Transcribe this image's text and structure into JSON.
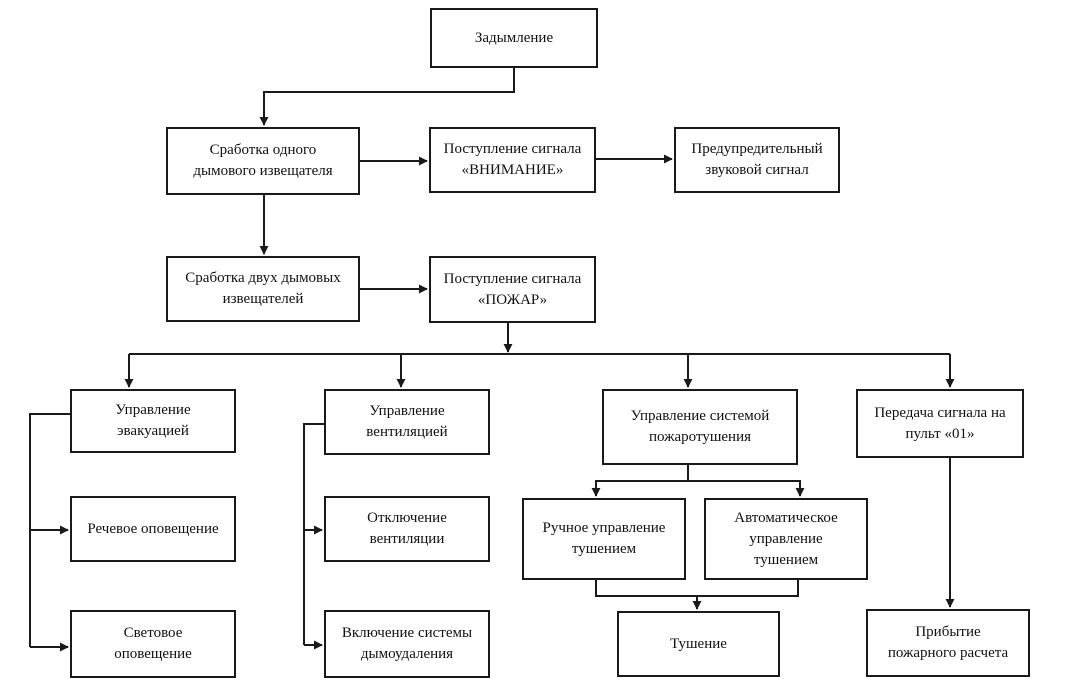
{
  "nodes": {
    "smoke": "Задымление",
    "one_detector": "Сработка одного\nдымового извещателя",
    "attention_signal": "Поступление сигнала\n«ВНИМАНИЕ»",
    "warning_sound": "Предупредительный\nзвуковой сигнал",
    "two_detectors": "Сработка двух дымовых\nизвещателей",
    "fire_signal": "Поступление сигнала\n«ПОЖАР»",
    "evacuation_control": "Управление\nэвакуацией",
    "ventilation_control": "Управление\nвентиляцией",
    "extinguishing_control": "Управление системой\nпожаротушения",
    "signal_transfer": "Передача сигнала на\nпульт «01»",
    "voice_alert": "Речевое оповещение",
    "ventilation_off": "Отключение\nвентиляции",
    "manual_control": "Ручное управление\nтушением",
    "auto_control": "Автоматическое\nуправление\nтушением",
    "light_alert": "Световое\nоповещение",
    "smoke_removal_on": "Включение системы\nдымоудаления",
    "extinguishing": "Тушение",
    "crew_arrival": "Прибытие\nпожарного расчета"
  },
  "colors": {
    "line": "#1a1a1a",
    "box_border": "#1a1a1a",
    "background": "#ffffff"
  }
}
